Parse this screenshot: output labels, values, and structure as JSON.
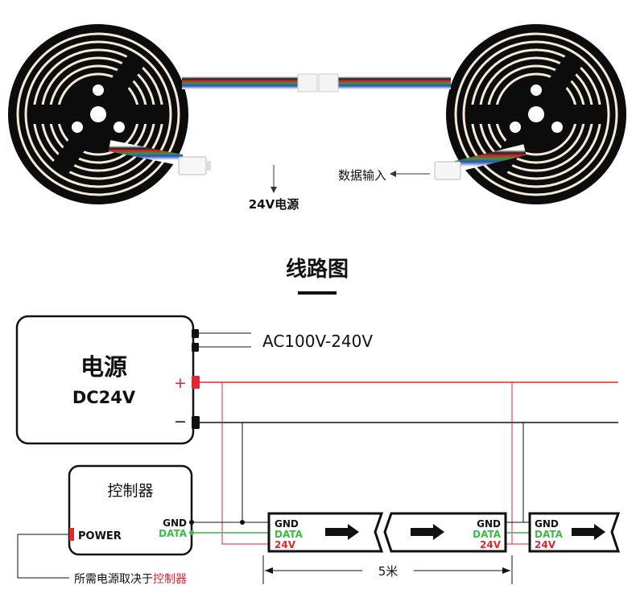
{
  "product": {
    "power_label": "24V电源",
    "data_input_label": "数据输入"
  },
  "section_title": "线路图",
  "psu": {
    "title": "电源",
    "spec": "DC24V",
    "ac_label": "AC100V-240V",
    "plus": "+",
    "minus": "−"
  },
  "controller": {
    "title": "控制器",
    "power_port": "POWER",
    "gnd": "GND",
    "data": "DATA"
  },
  "strip": {
    "gnd": "GND",
    "data": "DATA",
    "v24": "24V"
  },
  "length_label": "5米",
  "note": {
    "prefix": "所需电源取决于",
    "highlight": "控制器"
  },
  "colors": {
    "red_wire": "#e0262f",
    "data_wire": "#3fb84a",
    "black": "#1a1a1a",
    "strip_highlight_red": "#e0262f"
  },
  "icons": [
    "led-strip-reel-icon",
    "arrow-right-icon",
    "connector-icon"
  ]
}
